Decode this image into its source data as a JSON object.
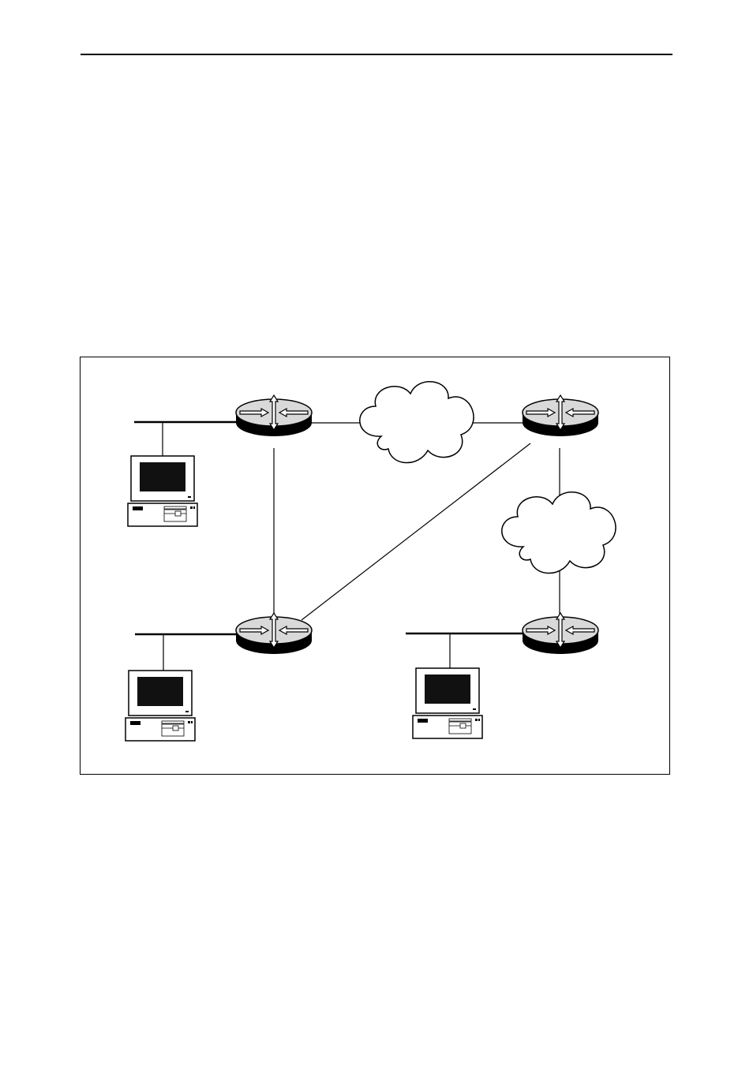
{
  "diagram": {
    "routers": [
      {
        "id": "router-top-left",
        "icon": "router-icon"
      },
      {
        "id": "router-top-right",
        "icon": "router-icon"
      },
      {
        "id": "router-bottom-left",
        "icon": "router-icon"
      },
      {
        "id": "router-bottom-right",
        "icon": "router-icon"
      }
    ],
    "clouds": [
      {
        "id": "network-cloud-top",
        "icon": "cloud-icon"
      },
      {
        "id": "network-cloud-right",
        "icon": "cloud-icon"
      }
    ],
    "hosts": [
      {
        "id": "workstation-top-left",
        "icon": "desktop-computer-icon"
      },
      {
        "id": "workstation-bottom-left",
        "icon": "desktop-computer-icon"
      },
      {
        "id": "workstation-bottom-right",
        "icon": "desktop-computer-icon"
      }
    ],
    "links": [
      [
        "router-top-left",
        "network-cloud-top"
      ],
      [
        "network-cloud-top",
        "router-top-right"
      ],
      [
        "router-top-left",
        "router-bottom-left"
      ],
      [
        "router-bottom-left",
        "router-top-right"
      ],
      [
        "router-top-right",
        "network-cloud-right"
      ],
      [
        "network-cloud-right",
        "router-bottom-right"
      ],
      [
        "workstation-top-left",
        "router-top-left"
      ],
      [
        "workstation-bottom-left",
        "router-bottom-left"
      ],
      [
        "workstation-bottom-right",
        "router-bottom-right"
      ]
    ]
  }
}
